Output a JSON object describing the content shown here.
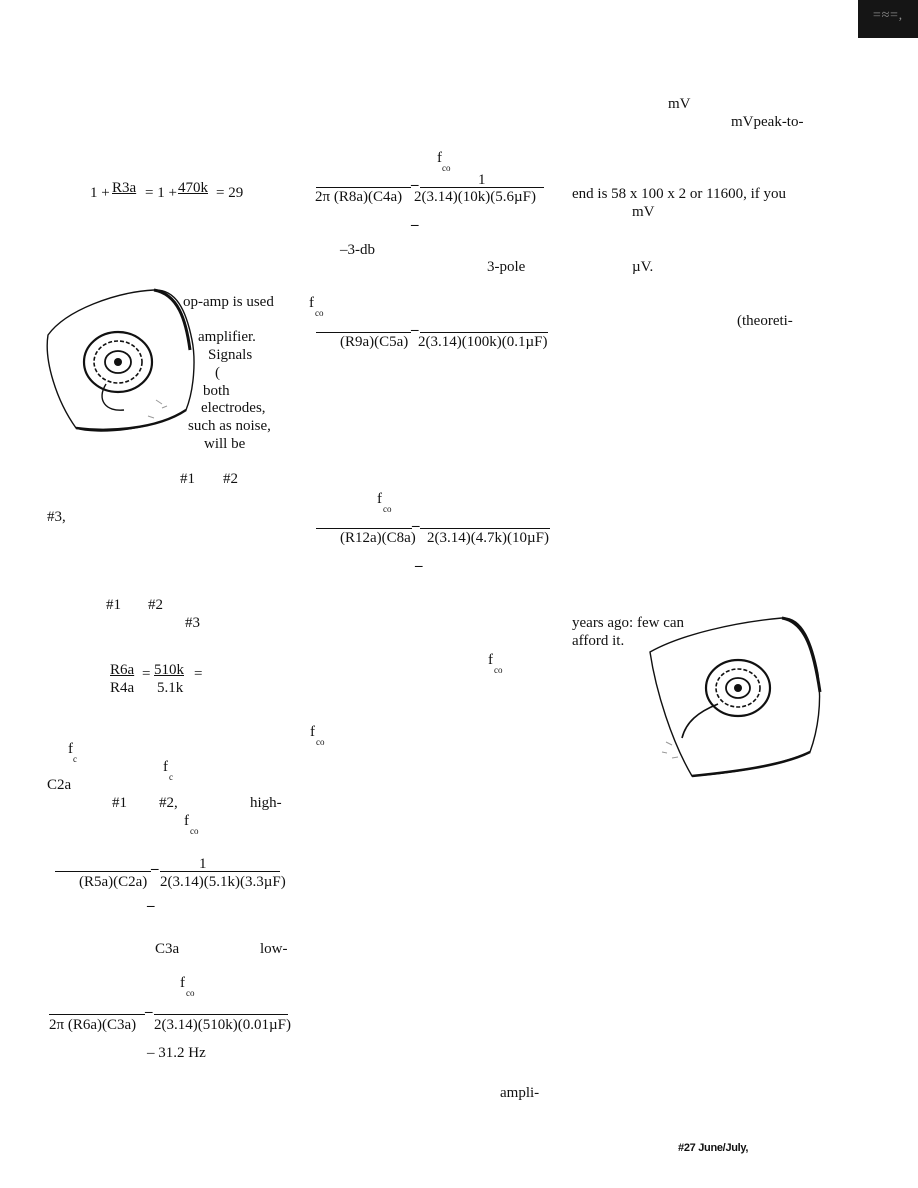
{
  "header_tab": {
    "mark": "=≈=,"
  },
  "col_left": {
    "eq_gain": {
      "lead": "1 +",
      "num": "R3a",
      "eq": "= 1 +",
      "num2": "470k",
      "result": "= 29"
    },
    "caption": [
      "op-amp is used",
      "amplifier.",
      "Signals",
      "(",
      "both",
      "electrodes,",
      "such as noise,",
      "will be"
    ],
    "ref_a1": "#1",
    "ref_a2": "#2",
    "ref_a3": "#3,",
    "ref_b1": "#1",
    "ref_b2": "#2",
    "ref_b3": "#3",
    "ratio": {
      "num": "R6a",
      "eq": "=",
      "num2": "510k",
      "eq2": "=",
      "den": "R4a",
      "den2": "5.1k"
    },
    "fc1": {
      "f": "f",
      "sub": "c"
    },
    "fc2": {
      "f": "f",
      "sub": "c"
    },
    "c2a_label": "C2a",
    "ref_c1": "#1",
    "ref_c2": "#2,",
    "high_word": "high-",
    "fco_hp": {
      "f": "f",
      "sub": "co"
    },
    "eq_hp": {
      "dash": "–",
      "one": "1",
      "den": "(R5a)(C2a)",
      "den2": "2(3.14)(5.1k)(3.3µF)"
    },
    "eq_hp_result": "–",
    "c3a_label": "C3a",
    "low_word": "low-",
    "fco_lp": {
      "f": "f",
      "sub": "co"
    },
    "eq_lp": {
      "dash": "–",
      "den": "2π (R6a)(C3a)",
      "den2": "2(3.14)(510k)(0.01µF)"
    },
    "eq_lp_result": "– 31.2 Hz"
  },
  "col_mid": {
    "fco1": {
      "f": "f",
      "sub": "co"
    },
    "eq1": {
      "dash": "–",
      "one": "1",
      "den": "2π (R8a)(C4a)",
      "den2": "2(3.14)(10k)(5.6µF)"
    },
    "eq1_result": "–",
    "db_note": "–3-db",
    "pole_note": "3-pole",
    "fco2": {
      "f": "f",
      "sub": "co"
    },
    "eq2": {
      "dash": "–",
      "den": "(R9a)(C5a)",
      "den2": "2(3.14)(100k)(0.1µF)"
    },
    "fco3": {
      "f": "f",
      "sub": "co"
    },
    "eq3": {
      "dash": "–",
      "den": "(R12a)(C8a)",
      "den2": "2(3.14)(4.7k)(10µF)"
    },
    "eq3_result": "–",
    "fco4": {
      "f": "f",
      "sub": "co"
    },
    "fco5": {
      "f": "f",
      "sub": "co"
    },
    "ampli": "ampli-"
  },
  "col_right": {
    "mv1": "mV",
    "mv2": "mVpeak-to-",
    "gain_line": "end is 58 x 100 x 2 or 11600, if you",
    "mv3": "mV",
    "uv": "µV.",
    "theoreti": "(theoreti-",
    "years": "years ago: few can",
    "afford": "afford it."
  },
  "footer": {
    "issue": "#27 June/July,"
  }
}
